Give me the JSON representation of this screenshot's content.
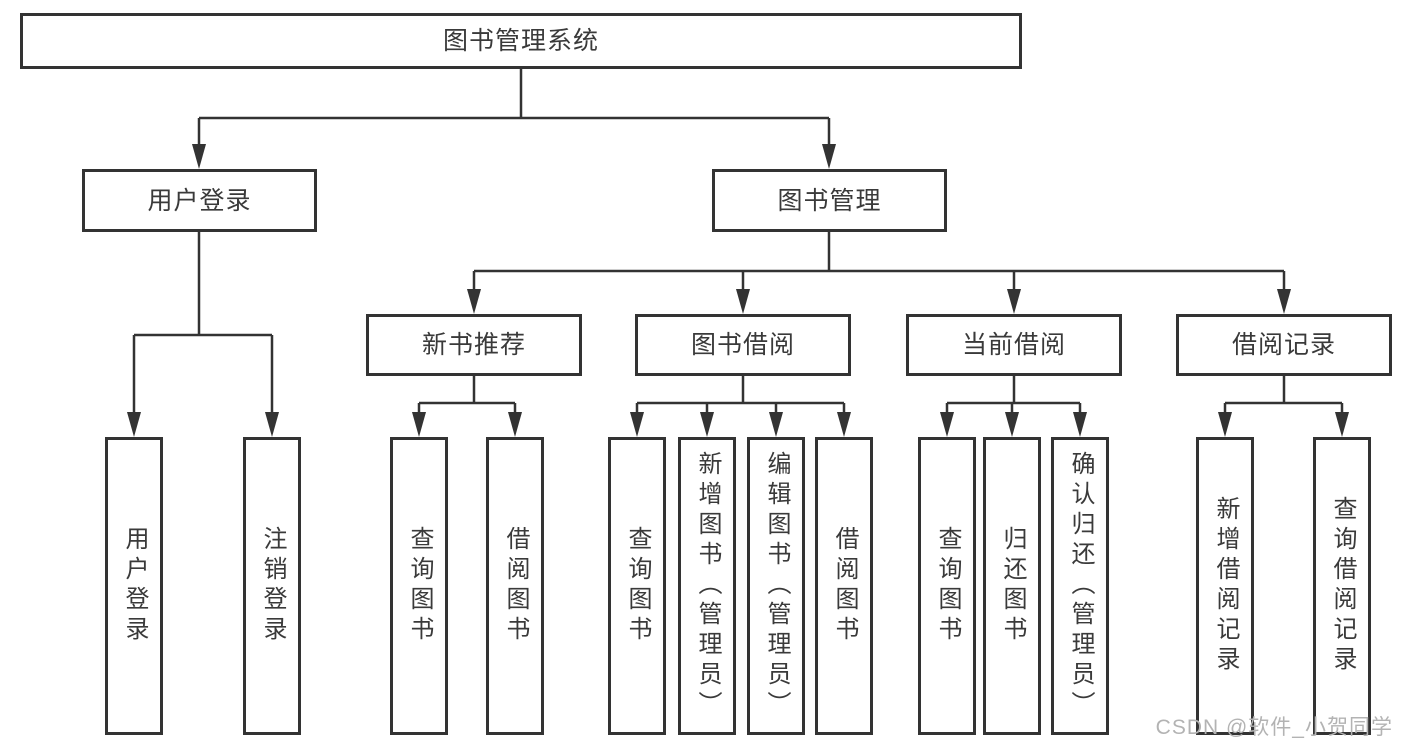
{
  "tree": {
    "label": "图书管理系统",
    "children": [
      {
        "label": "用户登录",
        "children": [
          {
            "label": "用户登录"
          },
          {
            "label": "注销登录"
          }
        ]
      },
      {
        "label": "图书管理",
        "children": [
          {
            "label": "新书推荐",
            "children": [
              {
                "label": "查询图书"
              },
              {
                "label": "借阅图书"
              }
            ]
          },
          {
            "label": "图书借阅",
            "children": [
              {
                "label": "查询图书"
              },
              {
                "label": "新增图书（管理员）"
              },
              {
                "label": "编辑图书（管理员）"
              },
              {
                "label": "借阅图书"
              }
            ]
          },
          {
            "label": "当前借阅",
            "children": [
              {
                "label": "查询图书"
              },
              {
                "label": "归还图书"
              },
              {
                "label": "确认归还（管理员）"
              }
            ]
          },
          {
            "label": "借阅记录",
            "children": [
              {
                "label": "新增借阅记录"
              },
              {
                "label": "查询借阅记录"
              }
            ]
          }
        ]
      }
    ]
  },
  "watermark": "CSDN @软件_小贺同学",
  "colors": {
    "line": "#333333",
    "text": "#3a3a3a",
    "watermark": "#b3b3b3",
    "background": "#ffffff"
  }
}
